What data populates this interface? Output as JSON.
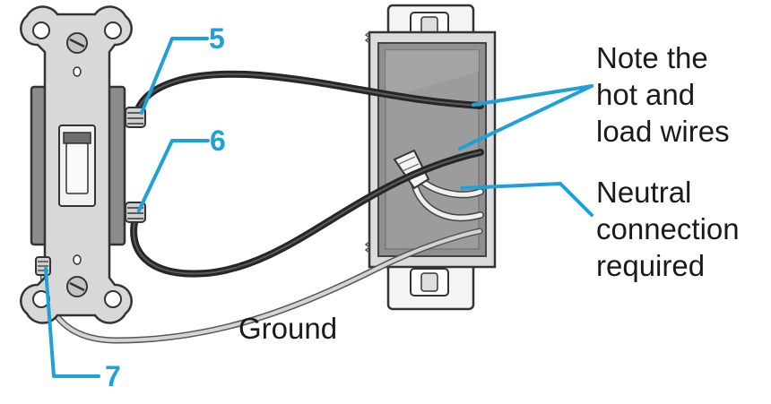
{
  "callouts": {
    "c5": "5",
    "c6": "6",
    "c7": "7"
  },
  "notes": {
    "hot_load": "Note the\nhot and\nload wires",
    "neutral": "Neutral\nconnection\nrequired"
  },
  "labels": {
    "ground": "Ground"
  },
  "colors": {
    "callout": "#1ea0d8",
    "wire_dark": "#2b2b2b",
    "ground_wire": "#cfcfcf",
    "neutral_wire": "#ececec",
    "switch_plate": "#d8d8d8",
    "box_interior": "#8f8f8f",
    "text": "#1a1a1a"
  }
}
